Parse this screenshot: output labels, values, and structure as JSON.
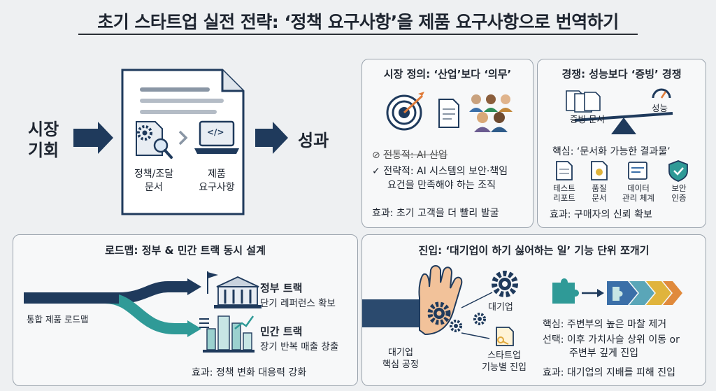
{
  "title": "초기 스타트업 실전 전략: ‘정책 요구사항’을 제품 요구사항으로 번역하기",
  "translation": {
    "input_label_1": "시장",
    "input_label_2": "기회",
    "doc_left_label_1": "정책/조달",
    "doc_left_label_2": "문서",
    "doc_right_label_1": "제품",
    "doc_right_label_2": "요구사항",
    "output_label": "성과",
    "code_glyph": "</>"
  },
  "market_definition": {
    "title": "시장 정의: ‘산업’보다 ‘의무’",
    "traditional": "전통적: AI 산업",
    "strategic_line_1": "전략적: AI 시스템의 보안·책임",
    "strategic_line_2": "요건을 만족해야 하는 조직",
    "effect": "효과: 초기 고객을 더 빨리 발굴"
  },
  "competition": {
    "title": "경쟁: 성능보다 ‘증빙’ 경쟁",
    "evidence_label": "증빙 문서",
    "performance_label": "성능",
    "core": "핵심: ‘문서화 가능한 결과물’",
    "items": [
      {
        "line1": "테스트",
        "line2": "리포트",
        "icon": "report-icon"
      },
      {
        "line1": "품질",
        "line2": "문서",
        "icon": "certificate-icon"
      },
      {
        "line1": "데이터",
        "line2": "관리 체계",
        "icon": "data-management-icon"
      },
      {
        "line1": "보안",
        "line2": "인증",
        "icon": "shield-icon"
      }
    ],
    "effect": "효과: 구매자의 신뢰 확보"
  },
  "roadmap": {
    "title": "로드맵: 정부 & 민간 트랙 동시 설계",
    "integrated": "통합 제품 로드맵",
    "gov_title": "정부 트랙",
    "gov_desc": "단기 레퍼런스 확보",
    "private_title": "민간 트랙",
    "private_desc": "장기 반복 매출 창출",
    "effect": "효과: 정책 변화 대응력 강화"
  },
  "entry": {
    "title": "진입: ‘대기업이 하기 싫어하는 일’ 기능 단위 쪼개기",
    "enterprise_label": "대기업",
    "startup_label_1": "스타트업",
    "startup_label_2": "기능별 진입",
    "core_process_1": "대기업",
    "core_process_2": "핵심 공정",
    "core": "핵심: 주변부의 높은 마찰 제거",
    "choice_1": "선택: 이후 가치사슬 상위 이동 or",
    "choice_2": "주변부 깊게 진입",
    "effect": "효과: 대기업의 지배를 피해 진입"
  },
  "colors": {
    "navy": "#1f3a5c",
    "teal": "#2f9a97",
    "panel_border": "#9aa3ad",
    "accent_orange": "#e07b39",
    "accent_green": "#2e8b57"
  }
}
